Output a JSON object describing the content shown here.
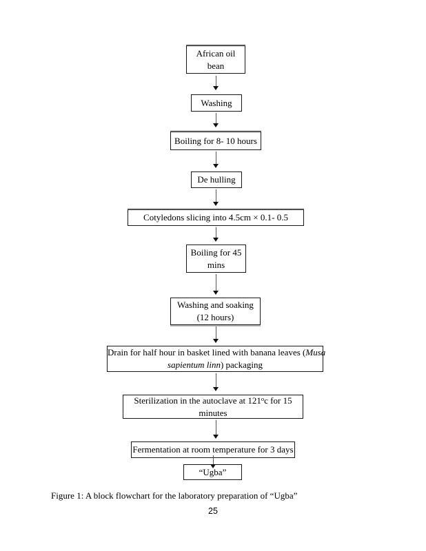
{
  "page": {
    "caption": "Figure 1: A block flowchart for the laboratory preparation of “Ugba”",
    "page_number": "25"
  },
  "flow": {
    "steps": [
      {
        "name": "african-oil-bean",
        "label": "African oil\nbean"
      },
      {
        "name": "washing",
        "label": "Washing"
      },
      {
        "name": "boiling-8-10-hours",
        "label": "Boiling for 8- 10 hours"
      },
      {
        "name": "de-hulling",
        "label": "De hulling"
      },
      {
        "name": "cotyledons-slicing",
        "label": "Cotyledons slicing into 4.5cm × 0.1- 0.5"
      },
      {
        "name": "boiling-45-mins",
        "label": "Boiling for 45\nmins"
      },
      {
        "name": "washing-and-soaking",
        "label": "Washing and soaking\n(12 hours)"
      },
      {
        "name": "drain-packaging",
        "before": "Drain for half hour in basket lined with banana leaves (",
        "italic": "Musa\nsapientum linn",
        "after": ") packaging"
      },
      {
        "name": "sterilization",
        "before": "Sterilization in the autoclave at 121",
        "sup": "o",
        "after": "c for 15\nminutes"
      },
      {
        "name": "fermentation",
        "label": "Fermentation at room temperature for 3 days"
      },
      {
        "name": "ugba",
        "label": "“Ugba”"
      }
    ]
  },
  "colors": {
    "background": "#ffffff",
    "text": "#000000",
    "box_border": "#151515",
    "arrow_stem": "#555555",
    "arrow_head": "#111111"
  }
}
